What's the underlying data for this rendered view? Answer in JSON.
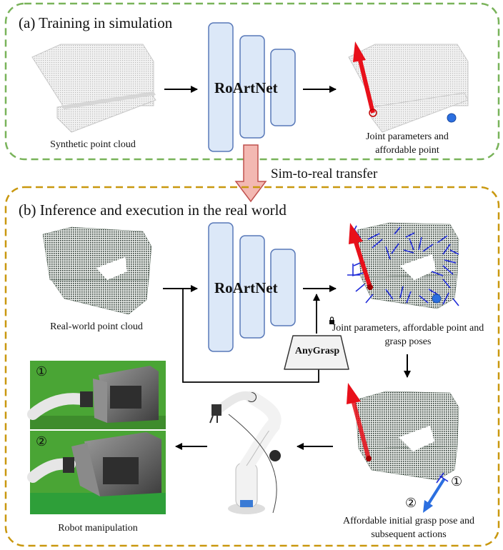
{
  "section_a": {
    "title": "(a) Training in simulation",
    "input_caption": "Synthetic point cloud",
    "network_label": "RoArtNet",
    "output_caption_1": "Joint parameters and",
    "output_caption_2": "affordable point"
  },
  "transfer_label": "Sim-to-real transfer",
  "section_b": {
    "title": "(b) Inference and execution in the real world",
    "input_caption": "Real-world point cloud",
    "network_label": "RoArtNet",
    "grasp_module_label": "AnyGrasp",
    "output_caption_1": "Joint parameters, affordable point and",
    "output_caption_2": "grasp poses",
    "action_caption_1": "Affordable initial grasp pose and",
    "action_caption_2": "subsequent actions",
    "manipulation_caption": "Robot manipulation",
    "step_marker_1": "①",
    "step_marker_2": "②"
  },
  "colors": {
    "section_a_border": "#79b35a",
    "section_b_border": "#c9980f",
    "network_block_fill": "#dce8f8",
    "network_block_stroke": "#5878b8",
    "transfer_arrow_fill": "#f3b8b2",
    "transfer_arrow_stroke": "#c0504d",
    "joint_axis": "#e8101a",
    "affordable_point": "#2b6fe0",
    "grasp_poses": "#1f2bd8",
    "real_point_cloud": "#2d3a33",
    "green_backdrop": "#4aa535"
  }
}
